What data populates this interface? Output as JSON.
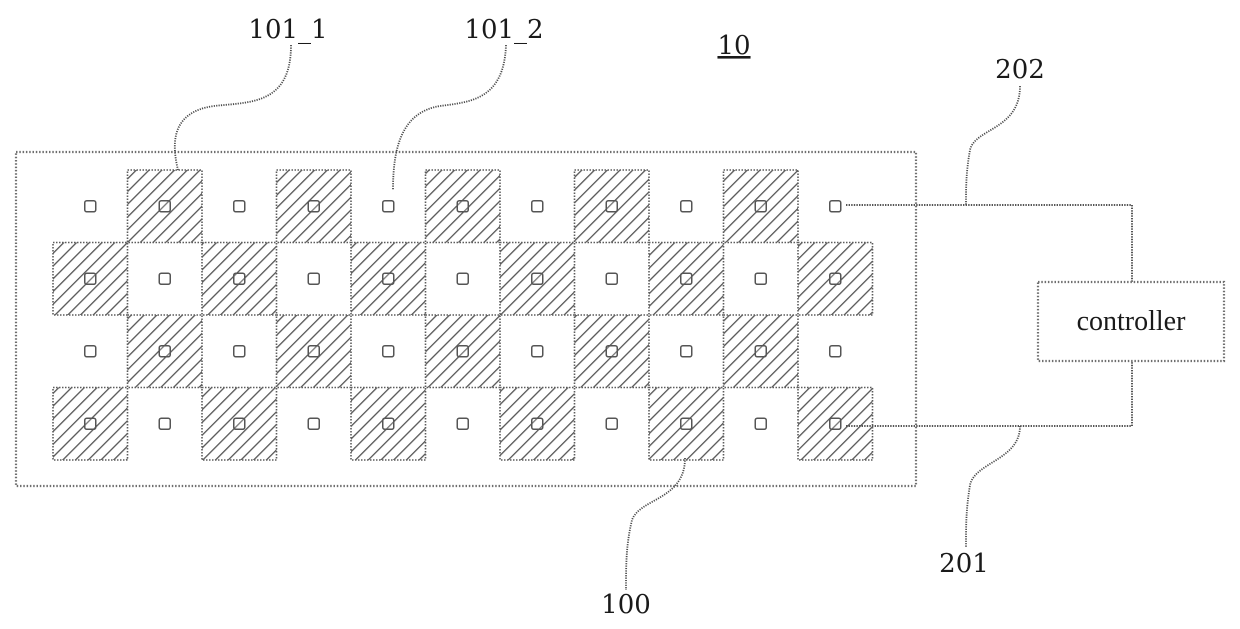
{
  "labels": {
    "device": "10",
    "electrode_1": "101_1",
    "electrode_2": "101_2",
    "substrate": "100",
    "line_top": "202",
    "line_bottom": "201"
  },
  "controller": {
    "label": "controller"
  },
  "grid": {
    "rows": 4,
    "cols": 11,
    "pattern": "checkerboard",
    "hatched_cell_parity": "odd"
  },
  "colors": {
    "stroke": "#555555",
    "hatch": "#555555",
    "background": "#ffffff"
  }
}
